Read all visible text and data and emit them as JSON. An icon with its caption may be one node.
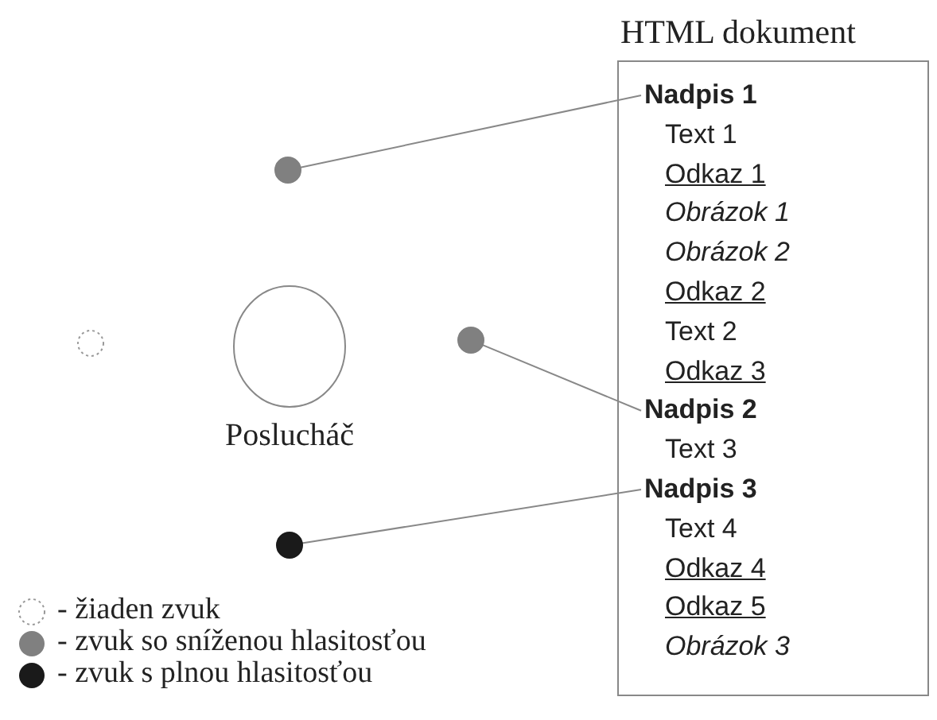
{
  "diagram": {
    "nodes": [
      {
        "text": [
          "HTML dokument"
        ]
      },
      {
        "text": [
          "Nadpis 1"
        ],
        "in": 0
      },
      {
        "text": [
          "Text 1"
        ],
        "in": 0
      },
      {
        "text": [
          "Odkaz 1"
        ],
        "in": 0
      },
      {
        "text": [
          "Obrázok 1"
        ],
        "in": 0
      },
      {
        "text": [
          "Obrázok 2"
        ],
        "in": 0
      },
      {
        "text": [
          "Odkaz 2"
        ],
        "in": 0
      },
      {
        "text": [
          "Text 2"
        ],
        "in": 0
      },
      {
        "text": [
          "Odkaz 3"
        ],
        "in": 0
      },
      {
        "text": [
          "Nadpis 2"
        ],
        "in": 0
      },
      {
        "text": [
          "Text 3"
        ],
        "in": 0
      },
      {
        "text": [
          "Nadpis 3"
        ],
        "in": 0
      },
      {
        "text": [
          "Text 4"
        ],
        "in": 0
      },
      {
        "text": [
          "Odkaz 4"
        ],
        "in": 0
      },
      {
        "text": [
          "Odkaz 5"
        ],
        "in": 0
      },
      {
        "text": [
          "Obrázok 3"
        ],
        "in": 0
      },
      {
        "text": [],
        "shape": "circle"
      },
      {
        "text": [],
        "shape": "circle"
      },
      {
        "text": [],
        "shape": "circle",
        "beside": [
          "Poslucháč"
        ]
      },
      {
        "text": [],
        "shape": "circle"
      },
      {
        "text": [],
        "shape": "circle"
      }
    ],
    "edges": [
      {
        "from": 16,
        "to": 1,
        "arrow": "none"
      },
      {
        "from": 19,
        "to": 9,
        "arrow": "none"
      },
      {
        "from": 20,
        "to": 11,
        "arrow": "none"
      }
    ],
    "legend": [
      {
        "text": "- žiaden zvuk"
      },
      {
        "text": "- zvuk so sníženou hlasitosťou",
        "color": "#808080"
      },
      {
        "text": "- zvuk s plnou hlasitosťou",
        "color": "#1a1a1a"
      }
    ]
  }
}
